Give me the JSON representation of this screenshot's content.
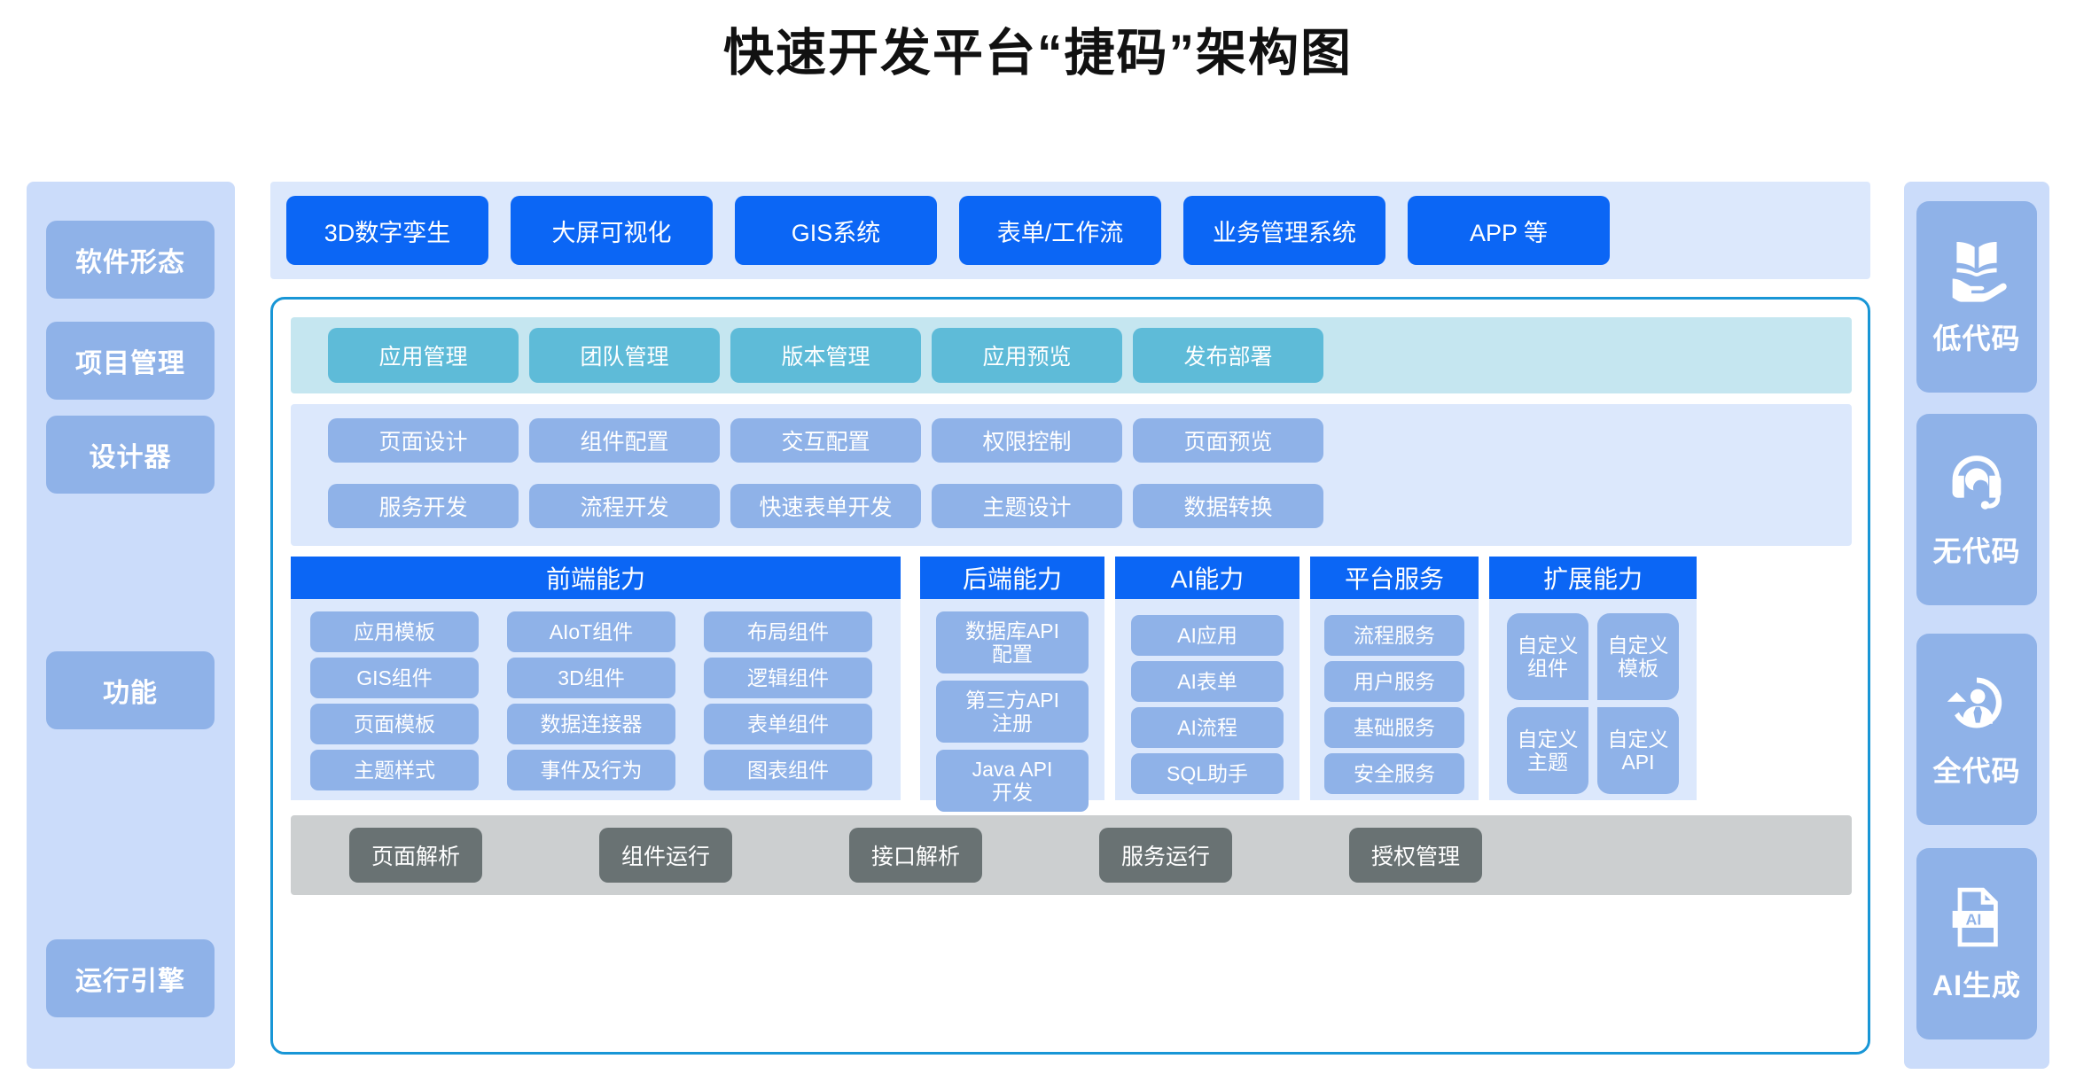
{
  "title": "快速开发平台“捷码”架构图",
  "colors": {
    "primary_blue": "#0B66F5",
    "chip_blue": "#8FB2E8",
    "band_blue": "#DCE8FC",
    "rail_blue": "#CBDCFA",
    "band_cyan": "#C5E6F0",
    "chip_cyan": "#5EBBD8",
    "band_gray": "#CCCFD0",
    "chip_gray": "#697273",
    "outline": "#1896D6"
  },
  "left_rail": {
    "items": [
      {
        "label": "软件形态"
      },
      {
        "label": "项目管理"
      },
      {
        "label": "设计器"
      },
      {
        "label": "功能"
      },
      {
        "label": "运行引擎"
      }
    ]
  },
  "right_rail": {
    "items": [
      {
        "label": "低代码",
        "icon": "book-hand-icon"
      },
      {
        "label": "无代码",
        "icon": "headset-icon"
      },
      {
        "label": "全代码",
        "icon": "person-refresh-icon"
      },
      {
        "label": "AI生成",
        "icon": "ai-document-icon"
      }
    ]
  },
  "software_forms": {
    "items": [
      {
        "label": "3D数字孪生"
      },
      {
        "label": "大屏可视化"
      },
      {
        "label": "GIS系统"
      },
      {
        "label": "表单/工作流"
      },
      {
        "label": "业务管理系统"
      },
      {
        "label": "APP 等"
      }
    ]
  },
  "project_management": {
    "items": [
      {
        "label": "应用管理"
      },
      {
        "label": "团队管理"
      },
      {
        "label": "版本管理"
      },
      {
        "label": "应用预览"
      },
      {
        "label": "发布部署"
      }
    ]
  },
  "designer": {
    "row1": [
      {
        "label": "页面设计"
      },
      {
        "label": "组件配置"
      },
      {
        "label": "交互配置"
      },
      {
        "label": "权限控制"
      },
      {
        "label": "页面预览"
      }
    ],
    "row2": [
      {
        "label": "服务开发"
      },
      {
        "label": "流程开发"
      },
      {
        "label": "快速表单开发"
      },
      {
        "label": "主题设计"
      },
      {
        "label": "数据转换"
      }
    ]
  },
  "functions": {
    "frontend": {
      "header": "前端能力",
      "items": [
        {
          "label": "应用模板"
        },
        {
          "label": "AIoT组件"
        },
        {
          "label": "布局组件"
        },
        {
          "label": "GIS组件"
        },
        {
          "label": "3D组件"
        },
        {
          "label": "逻辑组件"
        },
        {
          "label": "页面模板"
        },
        {
          "label": "数据连接器"
        },
        {
          "label": "表单组件"
        },
        {
          "label": "主题样式"
        },
        {
          "label": "事件及行为"
        },
        {
          "label": "图表组件"
        }
      ]
    },
    "backend": {
      "header": "后端能力",
      "items": [
        {
          "label": "数据库API\n配置"
        },
        {
          "label": "第三方API\n注册"
        },
        {
          "label": "Java API\n开发"
        }
      ]
    },
    "ai": {
      "header": "AI能力",
      "items": [
        {
          "label": "AI应用"
        },
        {
          "label": "AI表单"
        },
        {
          "label": "AI流程"
        },
        {
          "label": "SQL助手"
        }
      ]
    },
    "platform": {
      "header": "平台服务",
      "items": [
        {
          "label": "流程服务"
        },
        {
          "label": "用户服务"
        },
        {
          "label": "基础服务"
        },
        {
          "label": "安全服务"
        }
      ]
    },
    "extension": {
      "header": "扩展能力",
      "items": [
        {
          "label": "自定义\n组件"
        },
        {
          "label": "自定义\n模板"
        },
        {
          "label": "自定义\n主题"
        },
        {
          "label": "自定义\nAPI"
        }
      ]
    }
  },
  "runtime_engine": {
    "items": [
      {
        "label": "页面解析"
      },
      {
        "label": "组件运行"
      },
      {
        "label": "接口解析"
      },
      {
        "label": "服务运行"
      },
      {
        "label": "授权管理"
      }
    ]
  }
}
